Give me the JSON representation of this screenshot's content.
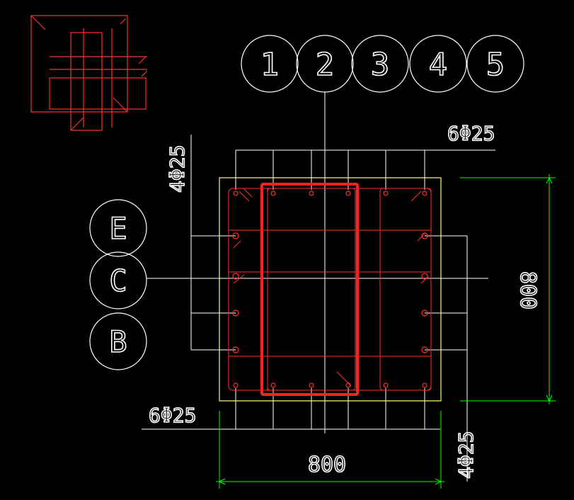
{
  "top_bars_label": "6Φ25",
  "bottom_bars_label": "6Φ25",
  "left_bars_label": "4Φ25",
  "right_bars_label": "4Φ25",
  "width_dimension": "800",
  "height_dimension": "800",
  "column_grid_bubbles": [
    "1",
    "2",
    "3",
    "4",
    "5"
  ],
  "row_grid_bubbles": [
    "E",
    "C",
    "B"
  ],
  "colors": {
    "background": "#000000",
    "outline": "#ffff80",
    "rebar": "#ff3030",
    "highlight": "#ff2020",
    "dimension": "#00ff00",
    "leader": "#ffffff"
  }
}
